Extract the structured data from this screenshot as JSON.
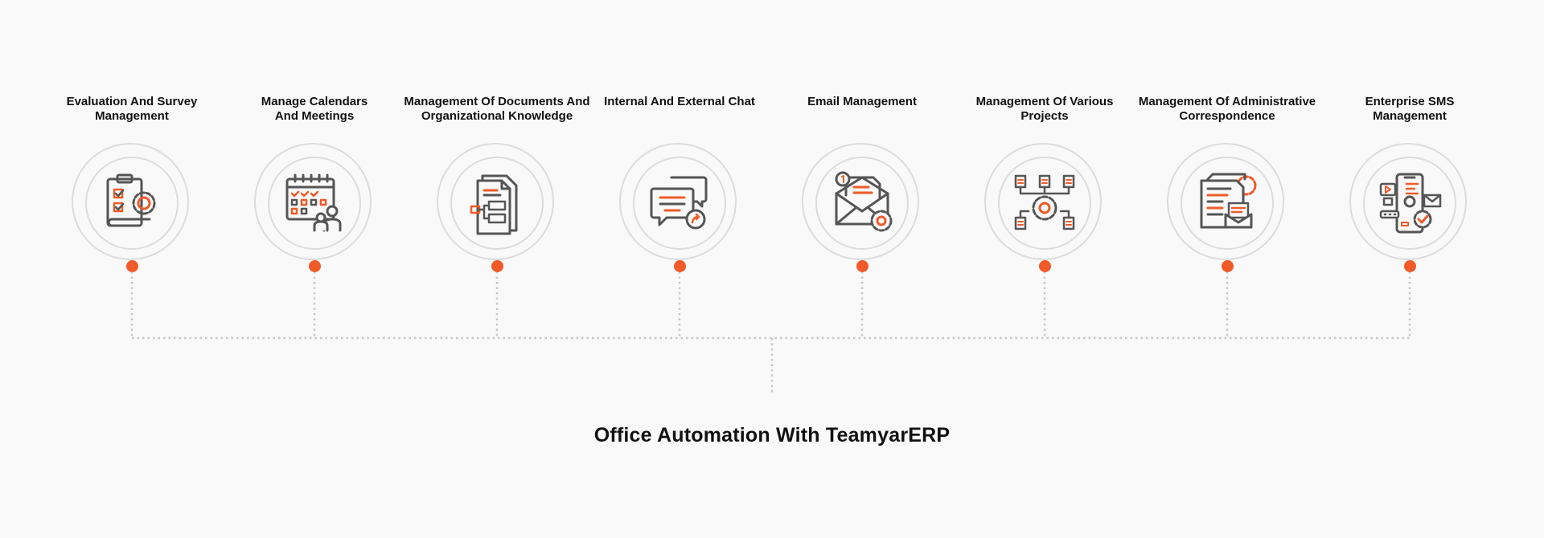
{
  "title": "Office Automation With TeamyarERP",
  "colors": {
    "accent": "#f05a28",
    "icon": "#555555",
    "ring": "#dcdcdc",
    "connector": "#c8c8c8"
  },
  "features": [
    {
      "label": "Evaluation And Survey\nManagement",
      "icon": "clipboard-gear-icon"
    },
    {
      "label": "Manage Calendars\nAnd Meetings",
      "icon": "calendar-people-icon"
    },
    {
      "label": "Management Of Documents And\nOrganizational Knowledge",
      "icon": "document-flowchart-icon"
    },
    {
      "label": "Internal And External Chat",
      "icon": "chat-bubbles-icon"
    },
    {
      "label": "Email Management",
      "icon": "envelope-gear-icon"
    },
    {
      "label": "Management Of Various\nProjects",
      "icon": "gear-network-icon"
    },
    {
      "label": "Management Of Administrative\nCorrespondence",
      "icon": "letters-gear-icon"
    },
    {
      "label": "Enterprise SMS\nManagement",
      "icon": "phone-messages-icon"
    }
  ]
}
